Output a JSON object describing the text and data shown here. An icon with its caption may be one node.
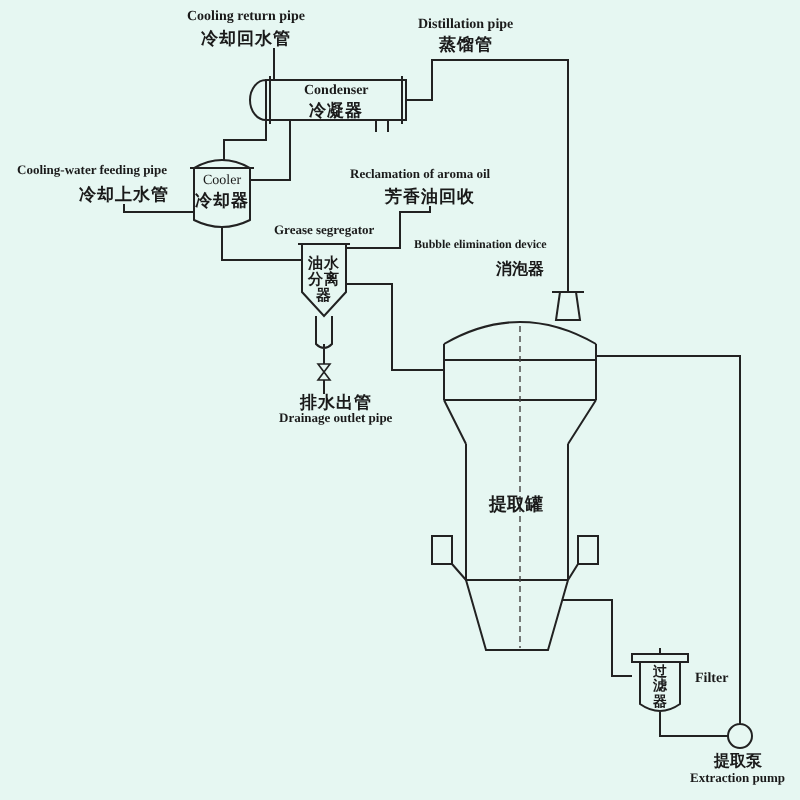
{
  "diagram": {
    "nodes": [
      {
        "text": [
          "Condenser",
          "冷凝器"
        ]
      },
      {
        "text": [
          "Cooler",
          "冷却器"
        ]
      },
      {
        "text": [
          "Grease segregator",
          "油水分离器"
        ]
      },
      {
        "text": [
          "Bubble elimination device",
          "消泡器"
        ]
      },
      {
        "text": [
          "提取罐"
        ]
      },
      {
        "text": [
          "过滤器",
          "Filter"
        ]
      },
      {
        "text": [
          "提取泵",
          "Extraction pump"
        ]
      },
      {
        "text": [
          "Cooling return pipe",
          "冷却回水管"
        ]
      },
      {
        "text": [
          "Cooling-water feeding pipe",
          "冷却上水管"
        ]
      },
      {
        "text": [
          "Reclamation of aroma oil",
          "芳香油回收"
        ]
      },
      {
        "text": [
          "排水出管",
          "Drainage outlet pipe"
        ]
      }
    ],
    "edges": [
      {
        "from": 1,
        "to": 0,
        "arrow": "none"
      },
      {
        "from": 1,
        "to": 0,
        "arrow": "none"
      },
      {
        "from": 8,
        "to": 1,
        "arrow": "none"
      },
      {
        "from": 0,
        "to": 7,
        "arrow": "none"
      },
      {
        "from": 1,
        "to": 2,
        "arrow": "none"
      },
      {
        "from": 2,
        "to": 9,
        "arrow": "none"
      },
      {
        "from": 2,
        "to": 4,
        "arrow": "none"
      },
      {
        "from": 2,
        "to": 10,
        "arrow": "none"
      },
      {
        "from": 3,
        "to": 0,
        "arrow": "none"
      },
      {
        "from": 4,
        "to": 5,
        "arrow": "none"
      },
      {
        "from": 5,
        "to": 6,
        "arrow": "none"
      },
      {
        "from": 6,
        "to": 4,
        "arrow": "none"
      }
    ],
    "labels": [
      "Distillation pipe",
      "蒸馏管"
    ]
  }
}
